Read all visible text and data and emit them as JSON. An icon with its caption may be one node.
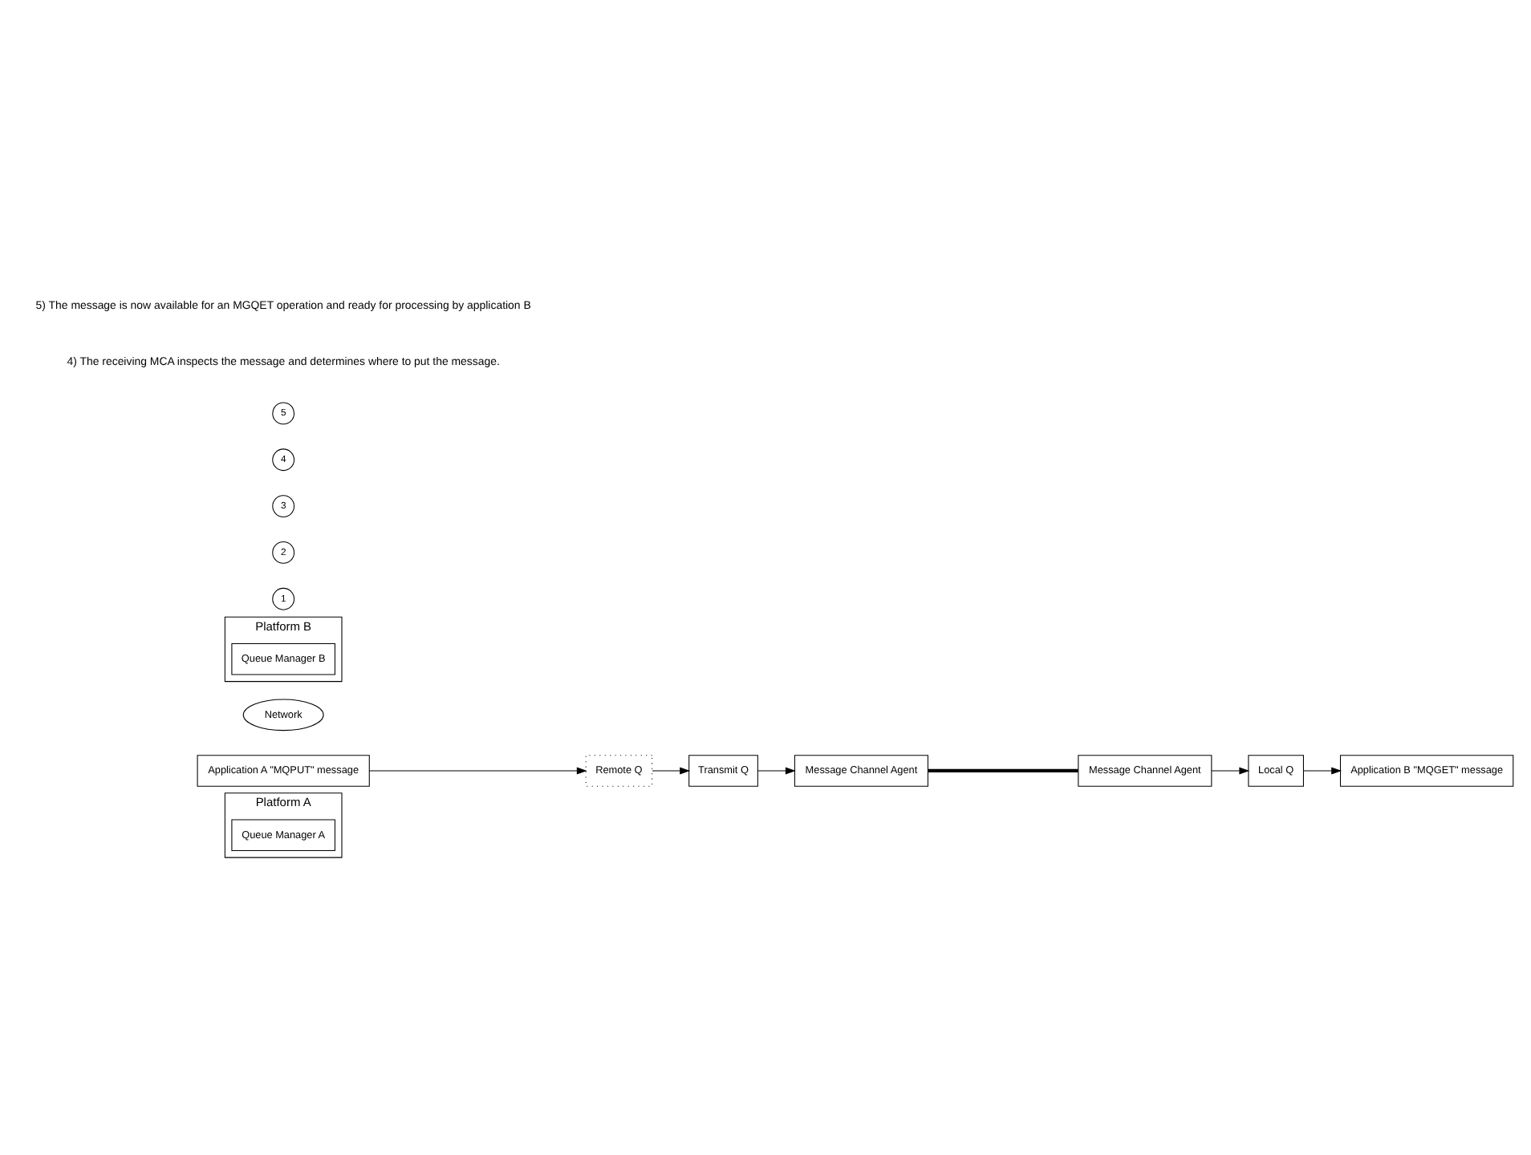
{
  "diagram": {
    "nodes": [
      {
        "text": [
          "Platform A"
        ]
      },
      {
        "text": [
          "Queue Manager A"
        ],
        "in": 0
      },
      {
        "text": [
          "Message Channel Agent"
        ]
      },
      {
        "text": [
          "Application A \"MQPUT\" message"
        ]
      },
      {
        "text": [
          "Remote Q"
        ]
      },
      {
        "text": [
          "Transmit Q"
        ]
      },
      {
        "text": [
          "Network"
        ]
      },
      {
        "text": [
          "Platform B"
        ]
      },
      {
        "text": [
          "Queue Manager B"
        ],
        "in": 7
      },
      {
        "text": [
          "Message Channel Agent"
        ]
      },
      {
        "text": [
          "Application B \"MQGET\" message"
        ]
      },
      {
        "text": [
          "Local Q"
        ]
      },
      {
        "text": [
          "1"
        ]
      },
      {
        "text": [
          "2"
        ]
      },
      {
        "text": [
          "3"
        ]
      },
      {
        "text": [
          "4"
        ]
      },
      {
        "text": [
          "5"
        ]
      }
    ],
    "edges": [
      {
        "from": 3,
        "to": 4,
        "arrow": "to"
      },
      {
        "from": 4,
        "to": 5,
        "arrow": "to"
      },
      {
        "from": 5,
        "to": 2,
        "arrow": "to"
      },
      {
        "from": 2,
        "to": 9,
        "arrow": "none",
        "style": "thick"
      },
      {
        "from": 9,
        "to": 11,
        "arrow": "to"
      },
      {
        "from": 11,
        "to": 10,
        "arrow": "to"
      }
    ],
    "labels": [
      "4) The receiving MCA inspects the message and determines where to put the message.",
      "5) The message is now available for an MGQET operation and ready for processing by application B"
    ]
  }
}
